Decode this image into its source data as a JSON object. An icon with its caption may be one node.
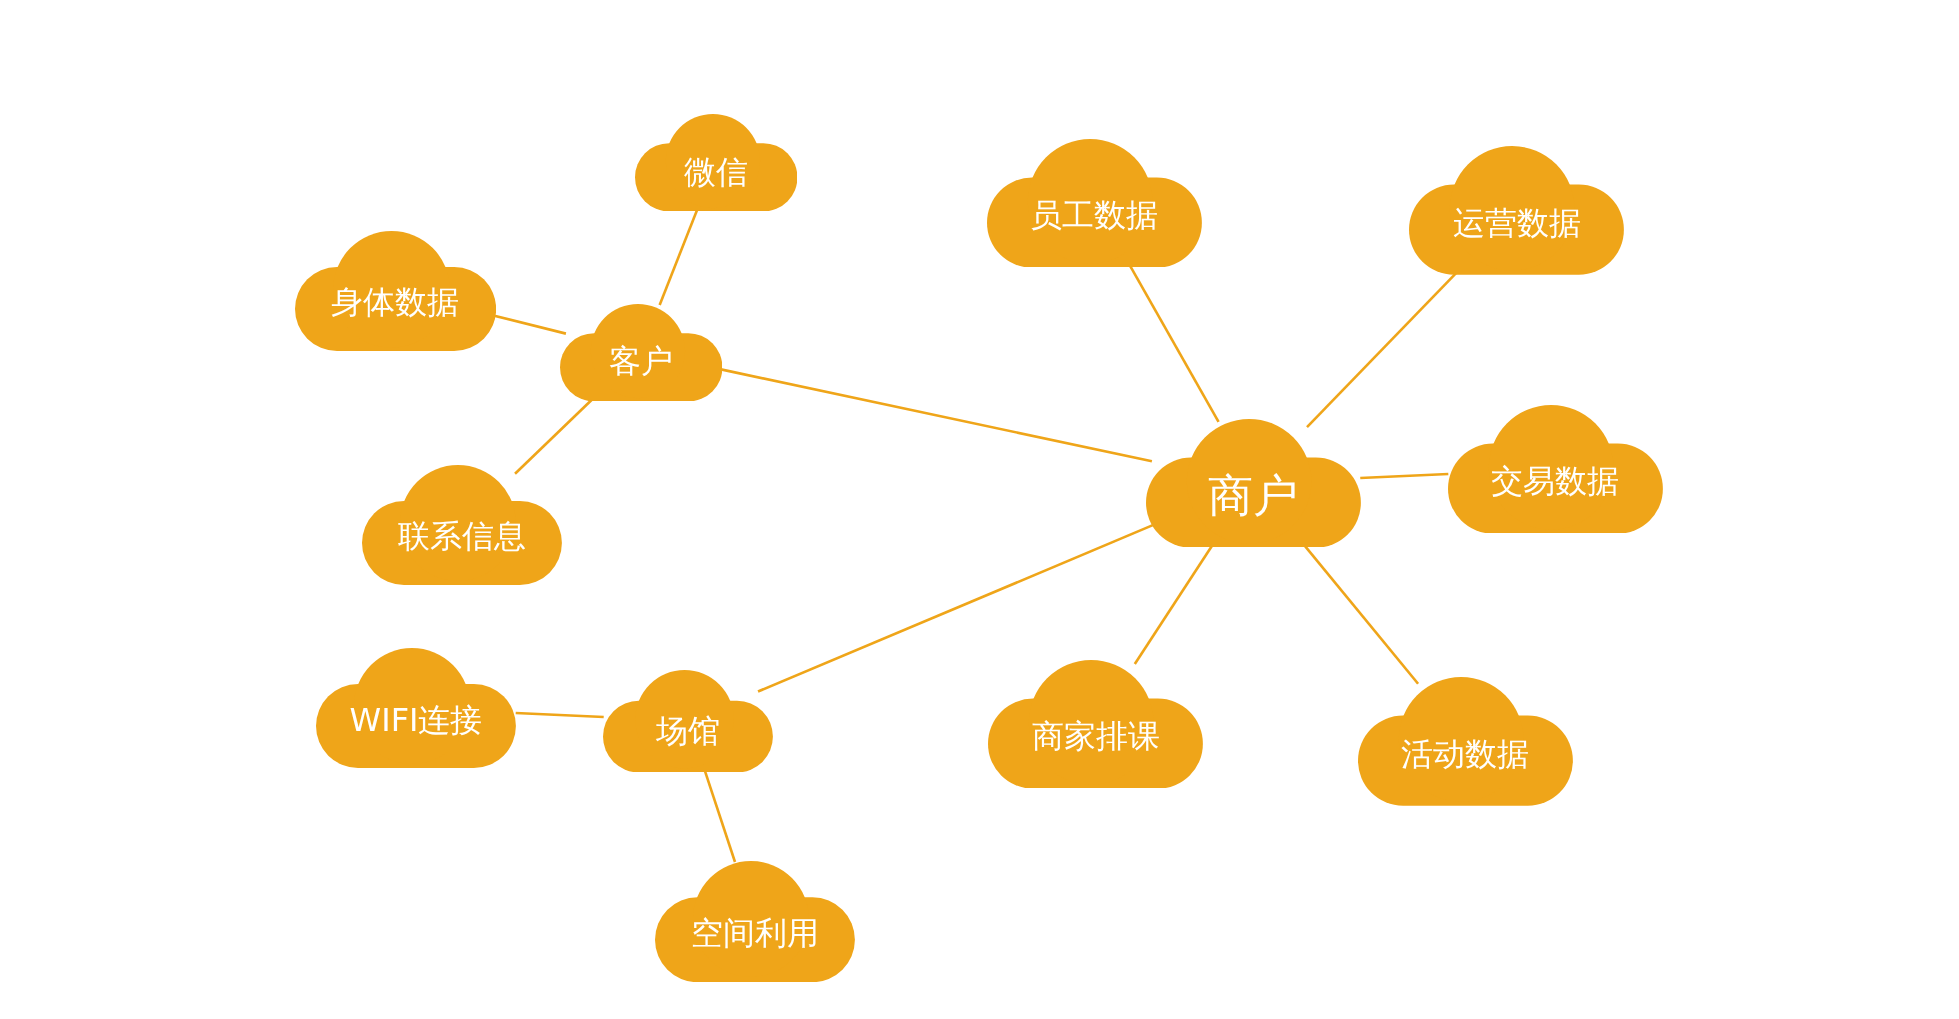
{
  "diagram": {
    "nodes": [
      {
        "text": [
          "商户"
        ]
      },
      {
        "text": [
          "客户"
        ]
      },
      {
        "text": [
          "微信"
        ]
      },
      {
        "text": [
          "身体数据"
        ]
      },
      {
        "text": [
          "联系信息"
        ]
      },
      {
        "text": [
          "场馆"
        ]
      },
      {
        "text": [
          "WIFI连接"
        ]
      },
      {
        "text": [
          "空间利用"
        ]
      },
      {
        "text": [
          "员工数据"
        ]
      },
      {
        "text": [
          "运营数据"
        ]
      },
      {
        "text": [
          "交易数据"
        ]
      },
      {
        "text": [
          "商家排课"
        ]
      },
      {
        "text": [
          "活动数据"
        ]
      }
    ],
    "edges": [
      {
        "from": 0,
        "to": 1,
        "arrow": "none"
      },
      {
        "from": 0,
        "to": 5,
        "arrow": "none"
      },
      {
        "from": 0,
        "to": 8,
        "arrow": "none"
      },
      {
        "from": 0,
        "to": 9,
        "arrow": "none"
      },
      {
        "from": 0,
        "to": 10,
        "arrow": "none"
      },
      {
        "from": 0,
        "to": 11,
        "arrow": "none"
      },
      {
        "from": 0,
        "to": 12,
        "arrow": "none"
      },
      {
        "from": 1,
        "to": 2,
        "arrow": "none"
      },
      {
        "from": 1,
        "to": 3,
        "arrow": "none"
      },
      {
        "from": 1,
        "to": 4,
        "arrow": "none"
      },
      {
        "from": 5,
        "to": 6,
        "arrow": "none"
      },
      {
        "from": 5,
        "to": 7,
        "arrow": "none"
      }
    ]
  }
}
